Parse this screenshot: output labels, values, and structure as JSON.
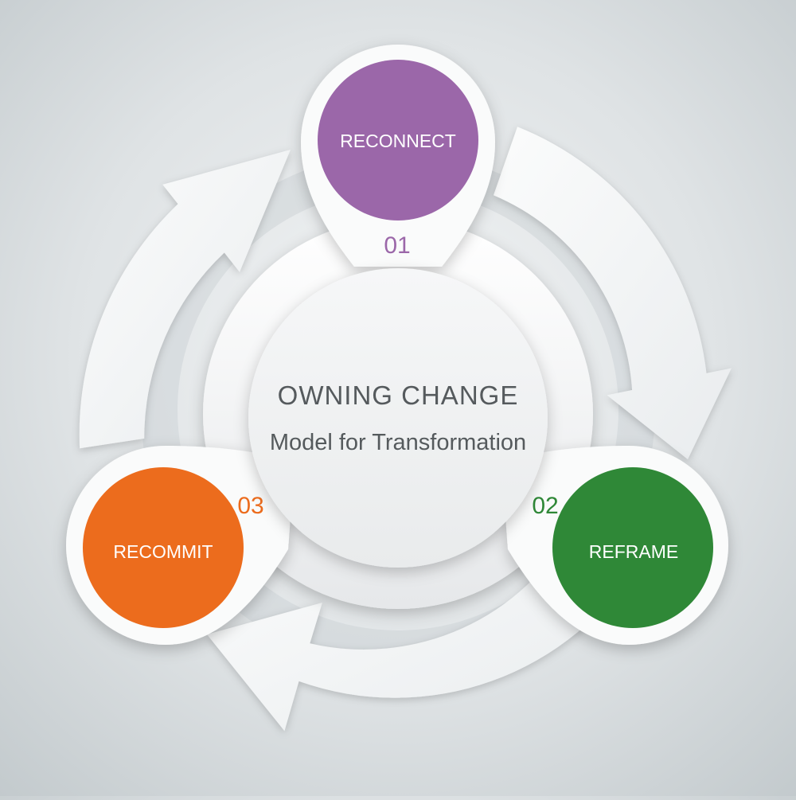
{
  "center": {
    "title": "OWNING CHANGE",
    "subtitle": "Model for Transformation"
  },
  "steps": [
    {
      "number": "01",
      "label": "RECONNECT",
      "color": "#9b67a9"
    },
    {
      "number": "02",
      "label": "REFRAME",
      "color": "#2f8837"
    },
    {
      "number": "03",
      "label": "RECOMMIT",
      "color": "#ec6c1d"
    }
  ]
}
